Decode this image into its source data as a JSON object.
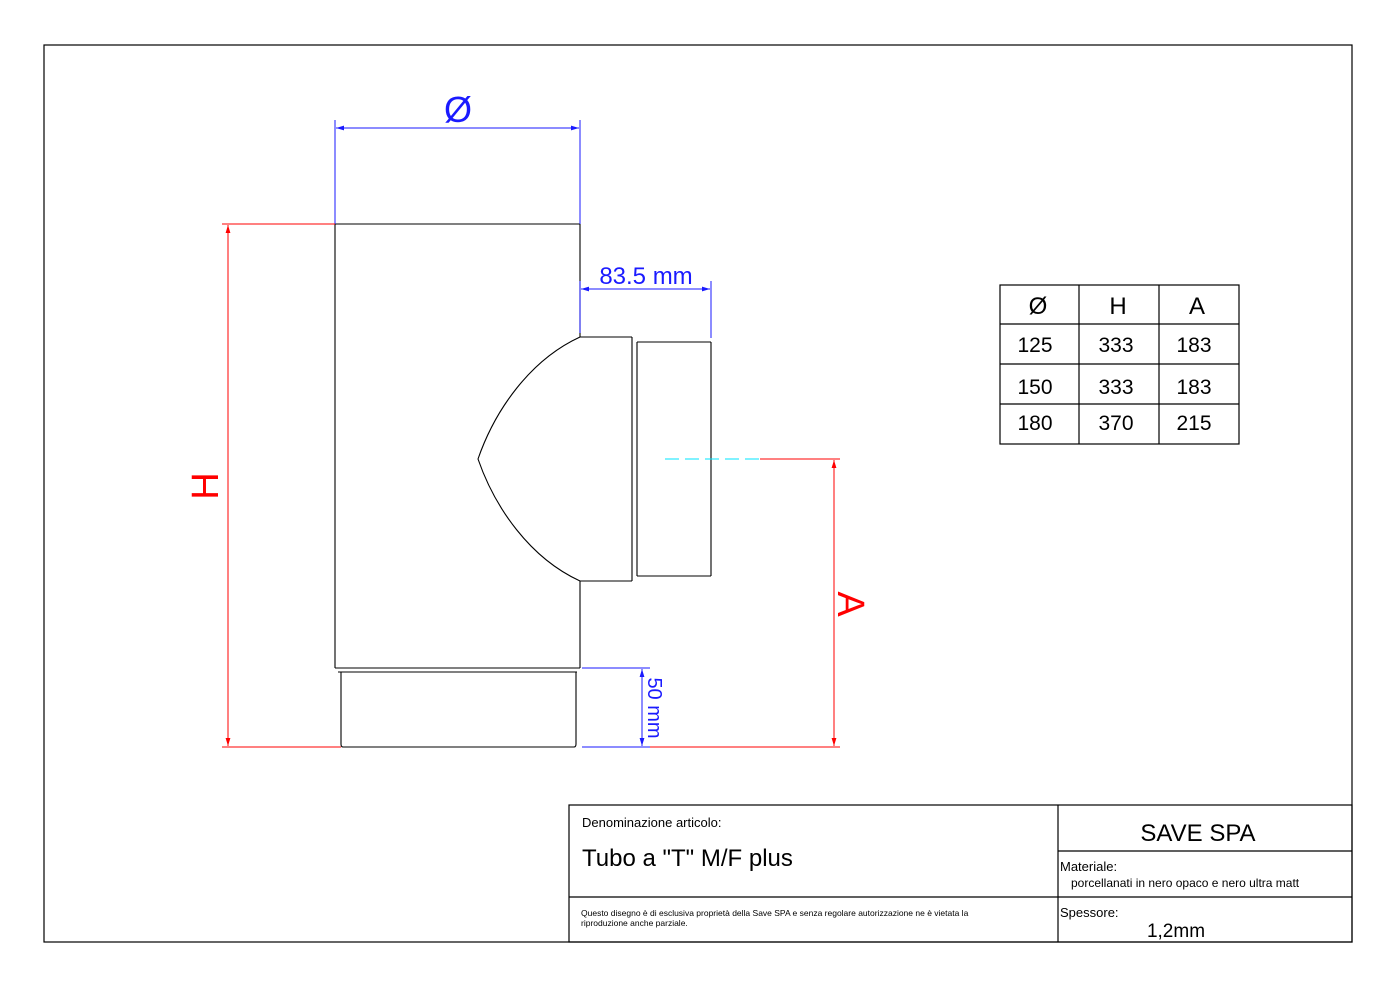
{
  "drawing": {
    "dim_diameter": "Ø",
    "dim_branch": "83.5 mm",
    "dim_socket": "50 mm",
    "dim_height": "H",
    "dim_a": "A"
  },
  "table": {
    "headers": [
      "Ø",
      "H",
      "A"
    ],
    "rows": [
      [
        "125",
        "333",
        "183"
      ],
      [
        "150",
        "333",
        "183"
      ],
      [
        "180",
        "370",
        "215"
      ]
    ]
  },
  "title_block": {
    "denomination_label": "Denominazione articolo:",
    "article_name": "Tubo a \"T\" M/F plus",
    "company": "SAVE SPA",
    "material_label": "Materiale:",
    "material_value": "porcellanati in nero opaco e nero ultra matt",
    "thickness_label": "Spessore:",
    "thickness_value": "1,2mm",
    "disclaimer_line1": "Questo disegno è di esclusiva proprietà della Save SPA e senza regolare autorizzazione ne è vietata la",
    "disclaimer_line2": "riproduzione anche parziale."
  },
  "colors": {
    "outline": "#000000",
    "dim_blue": "#1a1aff",
    "dim_red": "#ff0000",
    "centerline": "#00e5ff"
  }
}
